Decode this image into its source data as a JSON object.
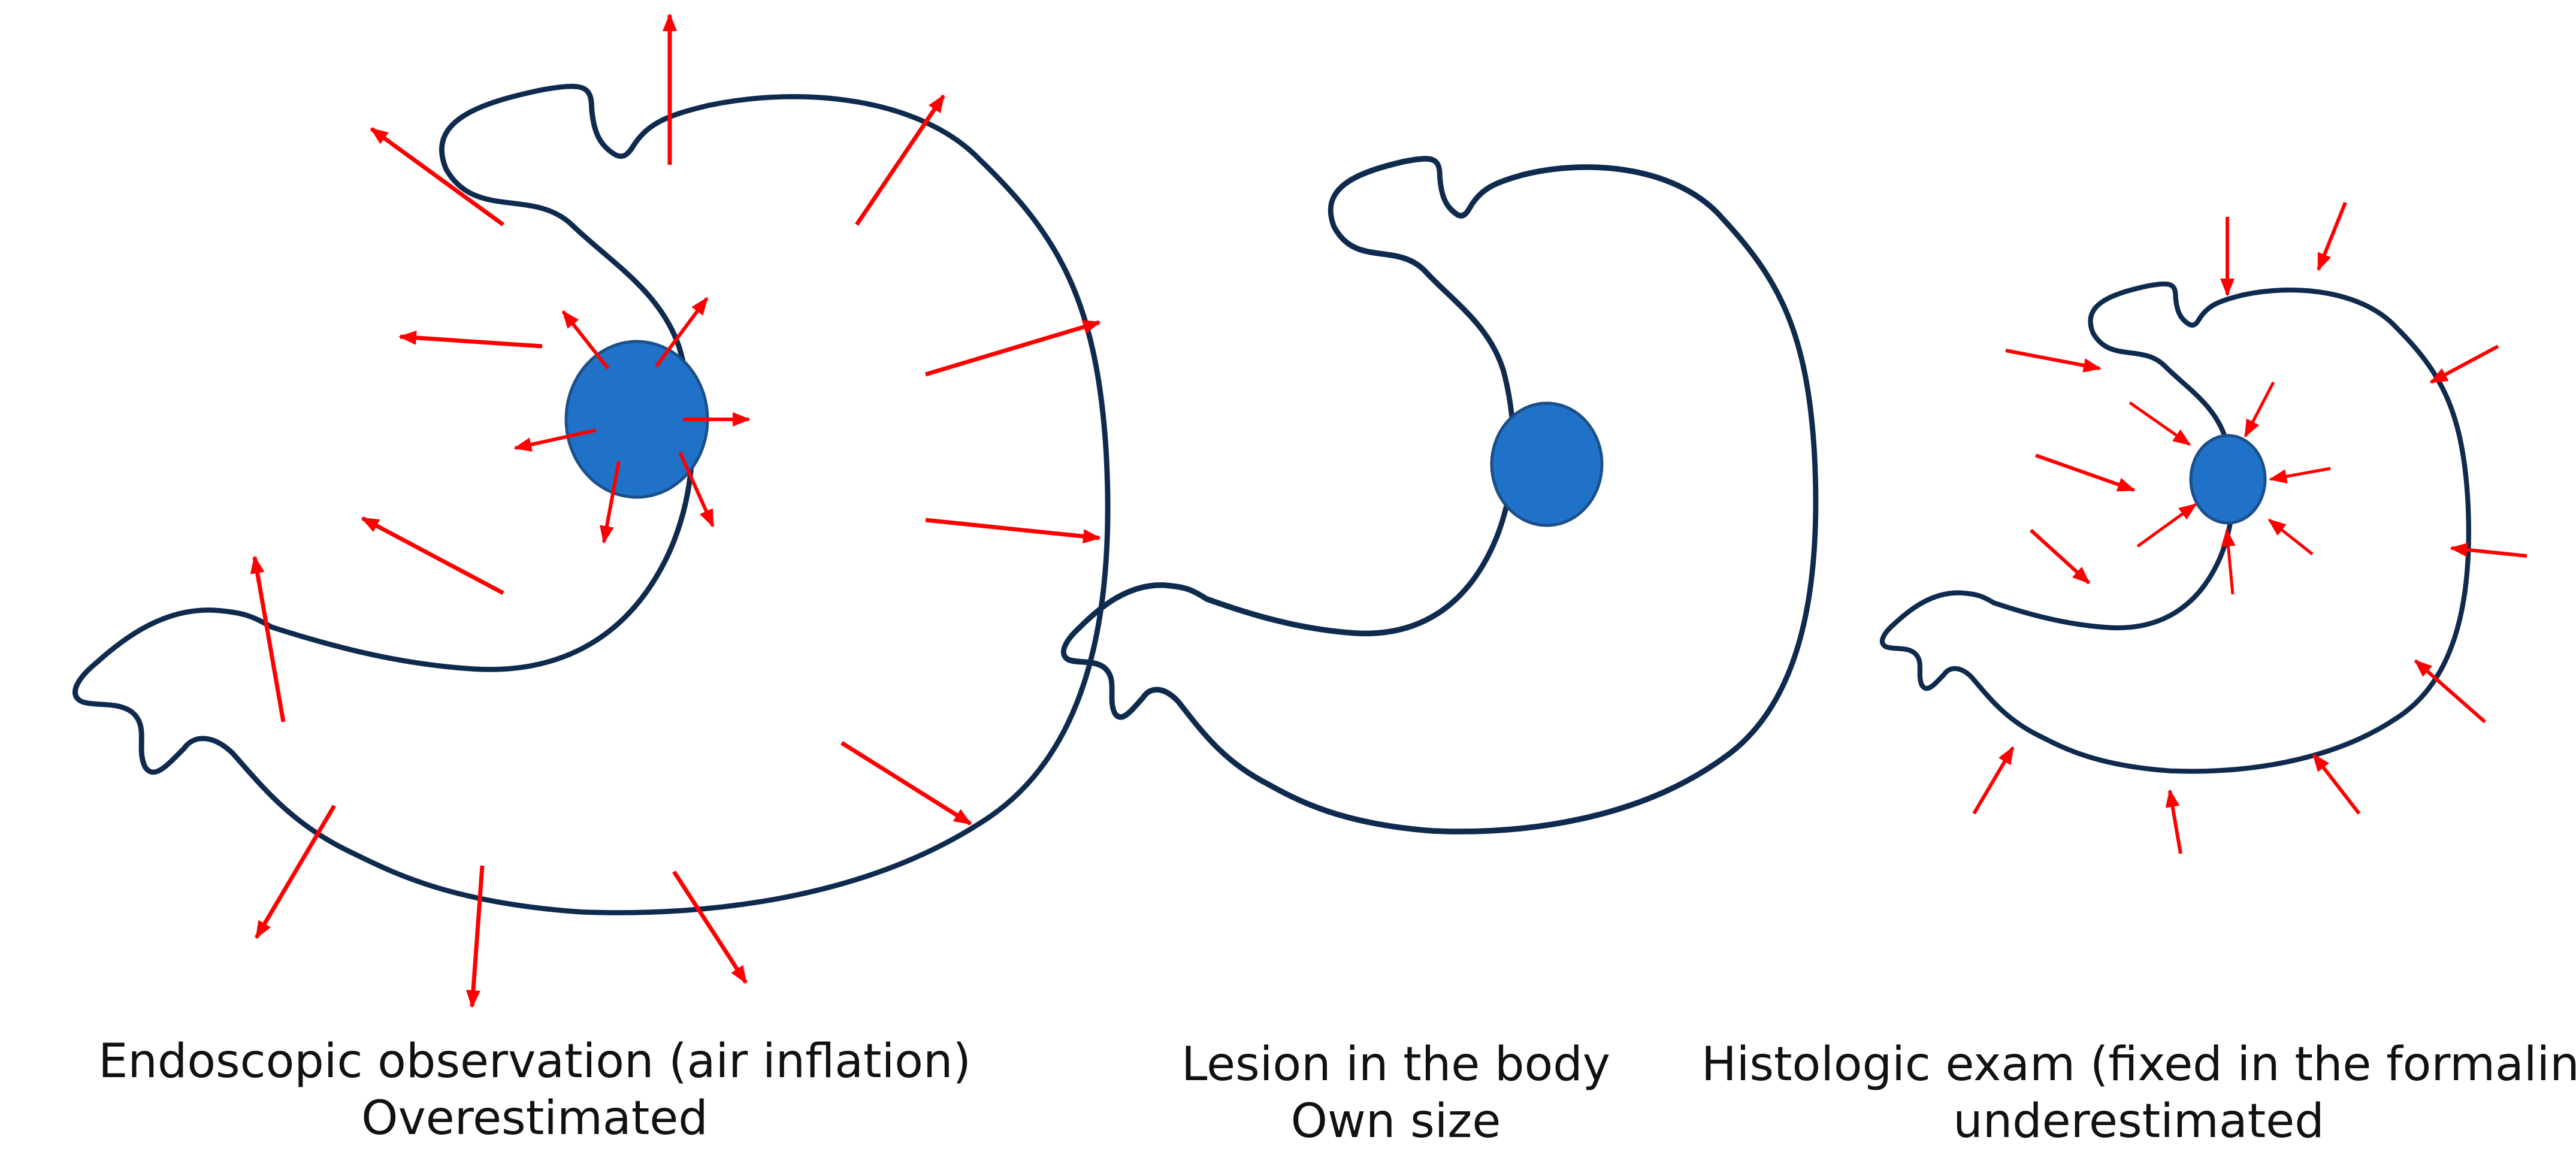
{
  "colors": {
    "outline": "#0F2A4F",
    "lesion_fill": "#1F72C8",
    "lesion_stroke": "#1B4F8A",
    "arrow": "#FF0000",
    "background": "#FFFFFF",
    "text": "#111111"
  },
  "panels": [
    {
      "id": "left",
      "caption_line1": "Endoscopic observation (air inflation)",
      "caption_line2": "Overestimated",
      "arrow_direction": "outward"
    },
    {
      "id": "middle",
      "caption_line1": "Lesion in the body",
      "caption_line2": "Own size",
      "arrow_direction": "none"
    },
    {
      "id": "right",
      "caption_line1": "Histologic exam (fixed in the formalin)",
      "caption_line2": "underestimated",
      "arrow_direction": "inward"
    }
  ]
}
